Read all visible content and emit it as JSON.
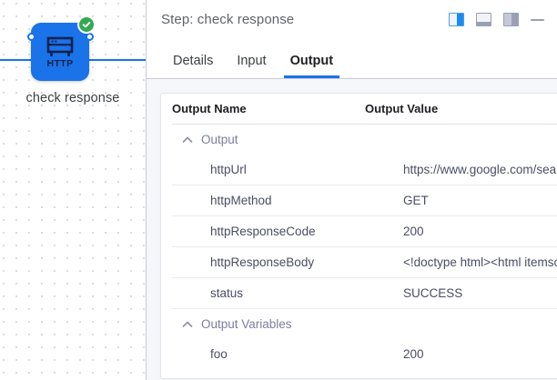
{
  "canvas": {
    "node": {
      "label": "check response",
      "icon": "http-icon",
      "status": "success",
      "status_icon": "check-circle-icon",
      "color": "#1a73e8",
      "status_color": "#34a853"
    },
    "edge_color": "#1a73e8"
  },
  "panel": {
    "title": "Step: check response",
    "header_actions": [
      {
        "name": "layout-right-icon",
        "label": "Right panel layout",
        "active": true
      },
      {
        "name": "layout-bottom-icon",
        "label": "Bottom panel layout",
        "active": false
      },
      {
        "name": "layout-left-icon",
        "label": "Left panel layout",
        "active": false
      },
      {
        "name": "minimize-icon",
        "label": "Minimize",
        "active": false
      }
    ],
    "tabs": [
      {
        "label": "Details",
        "active": false
      },
      {
        "label": "Input",
        "active": false
      },
      {
        "label": "Output",
        "active": true
      }
    ],
    "table": {
      "headers": {
        "name": "Output Name",
        "value": "Output Value"
      },
      "groups": [
        {
          "label": "Output",
          "expanded": true,
          "rows": [
            {
              "name": "httpUrl",
              "value": "https://www.google.com/search?q="
            },
            {
              "name": "httpMethod",
              "value": "GET"
            },
            {
              "name": "httpResponseCode",
              "value": "200"
            },
            {
              "name": "httpResponseBody",
              "value": "<!doctype html><html itemscope='"
            },
            {
              "name": "status",
              "value": "SUCCESS"
            }
          ]
        },
        {
          "label": "Output Variables",
          "expanded": true,
          "rows": [
            {
              "name": "foo",
              "value": "200"
            }
          ]
        }
      ]
    }
  },
  "colors": {
    "accent": "#1a73e8",
    "success": "#34a853",
    "panel_bg": "#f6f7fb",
    "text": "#4a4d66"
  }
}
